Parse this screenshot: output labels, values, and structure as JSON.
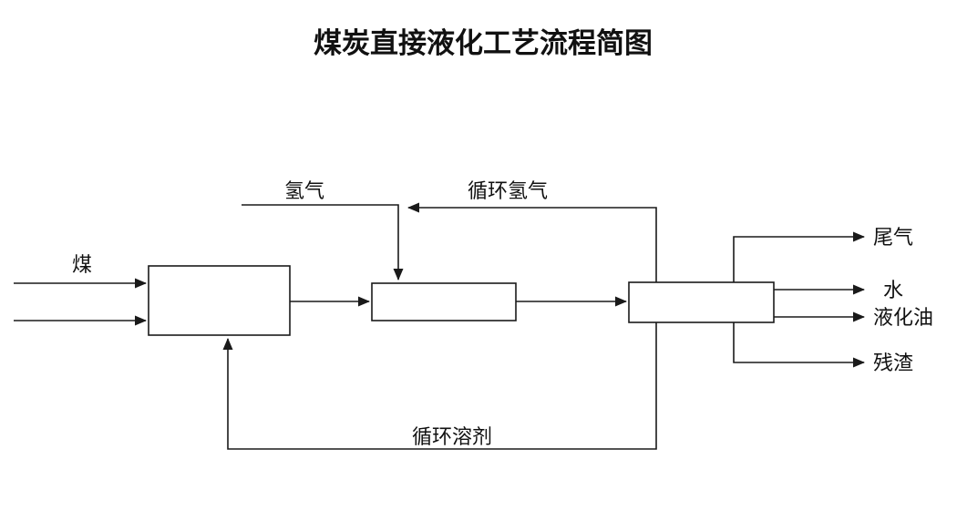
{
  "title": "煤炭直接液化工艺流程简图",
  "labels": {
    "coal": "煤",
    "hydrogen": "氢气",
    "recycle_hydrogen": "循环氢气",
    "tail_gas": "尾气",
    "water": "水",
    "liquefied_oil": "液化油",
    "residue": "残渣",
    "recycle_solvent": "循环溶剂"
  },
  "colors": {
    "line": "#1a1a1a",
    "background": "#ffffff"
  }
}
